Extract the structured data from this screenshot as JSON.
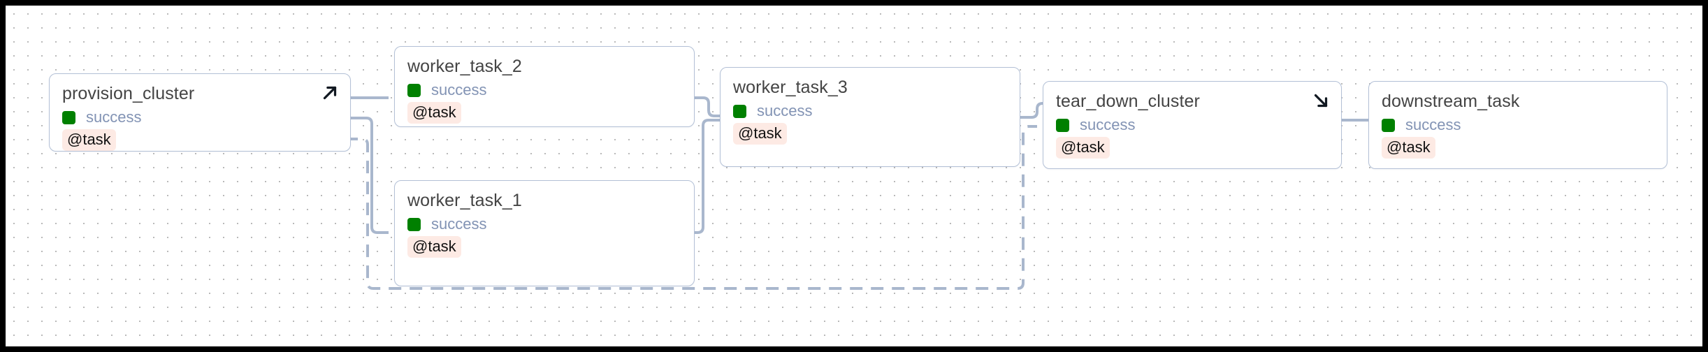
{
  "canvas": {
    "background_color": "#ffffff",
    "frame_color": "#000000",
    "grid": "dot-grid"
  },
  "theme": {
    "node_border_color": "#b3c0d6",
    "node_title_color": "#444444",
    "status_text_color": "#8293b4",
    "status_success_color": "#008000",
    "badge_background_color": "#fdeae4",
    "badge_text_color": "#111111",
    "edge_color": "#a9b7cd"
  },
  "graph": {
    "nodes": [
      {
        "id": "provision_cluster",
        "title": "provision_cluster",
        "status": "success",
        "status_swatch_color": "#008000",
        "badge": "@task",
        "corner_icon": "arrow-up-right-icon"
      },
      {
        "id": "worker_task_2",
        "title": "worker_task_2",
        "status": "success",
        "status_swatch_color": "#008000",
        "badge": "@task",
        "corner_icon": null
      },
      {
        "id": "worker_task_1",
        "title": "worker_task_1",
        "status": "success",
        "status_swatch_color": "#008000",
        "badge": "@task",
        "corner_icon": null
      },
      {
        "id": "worker_task_3",
        "title": "worker_task_3",
        "status": "success",
        "status_swatch_color": "#008000",
        "badge": "@task",
        "corner_icon": null
      },
      {
        "id": "tear_down_cluster",
        "title": "tear_down_cluster",
        "status": "success",
        "status_swatch_color": "#008000",
        "badge": "@task",
        "corner_icon": "arrow-down-right-icon"
      },
      {
        "id": "downstream_task",
        "title": "downstream_task",
        "status": "success",
        "status_swatch_color": "#008000",
        "badge": "@task",
        "corner_icon": null
      }
    ],
    "edges": [
      {
        "from": "provision_cluster",
        "to": "worker_task_2",
        "style": "solid"
      },
      {
        "from": "provision_cluster",
        "to": "worker_task_1",
        "style": "solid"
      },
      {
        "from": "provision_cluster",
        "to": "tear_down_cluster",
        "style": "dashed"
      },
      {
        "from": "worker_task_2",
        "to": "worker_task_3",
        "style": "solid"
      },
      {
        "from": "worker_task_1",
        "to": "worker_task_3",
        "style": "solid"
      },
      {
        "from": "worker_task_3",
        "to": "tear_down_cluster",
        "style": "solid"
      },
      {
        "from": "tear_down_cluster",
        "to": "downstream_task",
        "style": "solid"
      }
    ]
  }
}
